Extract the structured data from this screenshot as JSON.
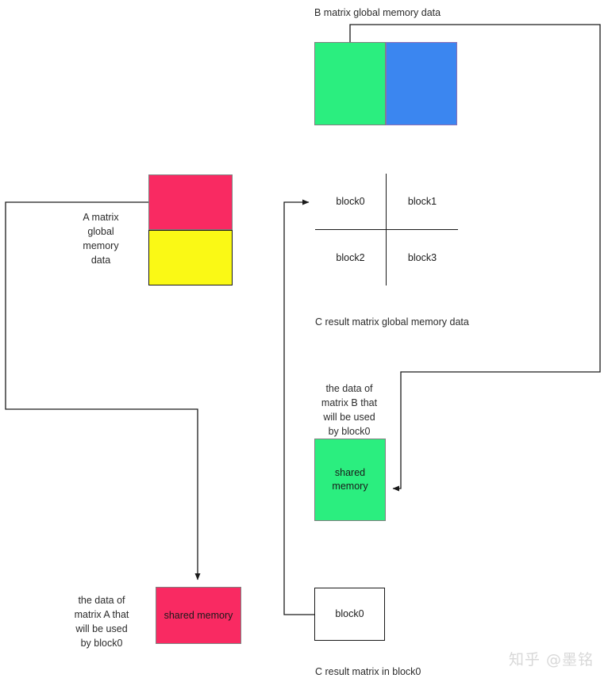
{
  "diagram": {
    "title_b_matrix": "B matrix global memory data",
    "title_c_matrix": "C result matrix global memory data",
    "title_c_block": "C result matrix in block0",
    "label_a_matrix": "A matrix\nglobal\nmemory\ndata",
    "label_b_shared": "the data of\nmatrix B that\nwill be used\nby block0",
    "label_a_shared": "the data of\nmatrix A that\nwill be used\nby block0",
    "shared_memory_green": "shared\nmemory",
    "shared_memory_pink": "shared memory",
    "block0_bottom": "block0"
  },
  "c_grid": {
    "cells": [
      {
        "label": "block0"
      },
      {
        "label": "block1"
      },
      {
        "label": "block2"
      },
      {
        "label": "block3"
      }
    ]
  },
  "b_matrix": {
    "left_half": "",
    "right_half": ""
  },
  "a_matrix": {
    "top_half": "",
    "bottom_half": ""
  },
  "colors": {
    "green": "#2BEE7F",
    "blue": "#3B86F0",
    "pink": "#F92A62",
    "yellow": "#FAF915",
    "stroke": "#1a1a1a",
    "box_border": "#808080",
    "watermark": "#d8d8d8"
  },
  "watermark": {
    "text": "知乎 @墨铭"
  }
}
